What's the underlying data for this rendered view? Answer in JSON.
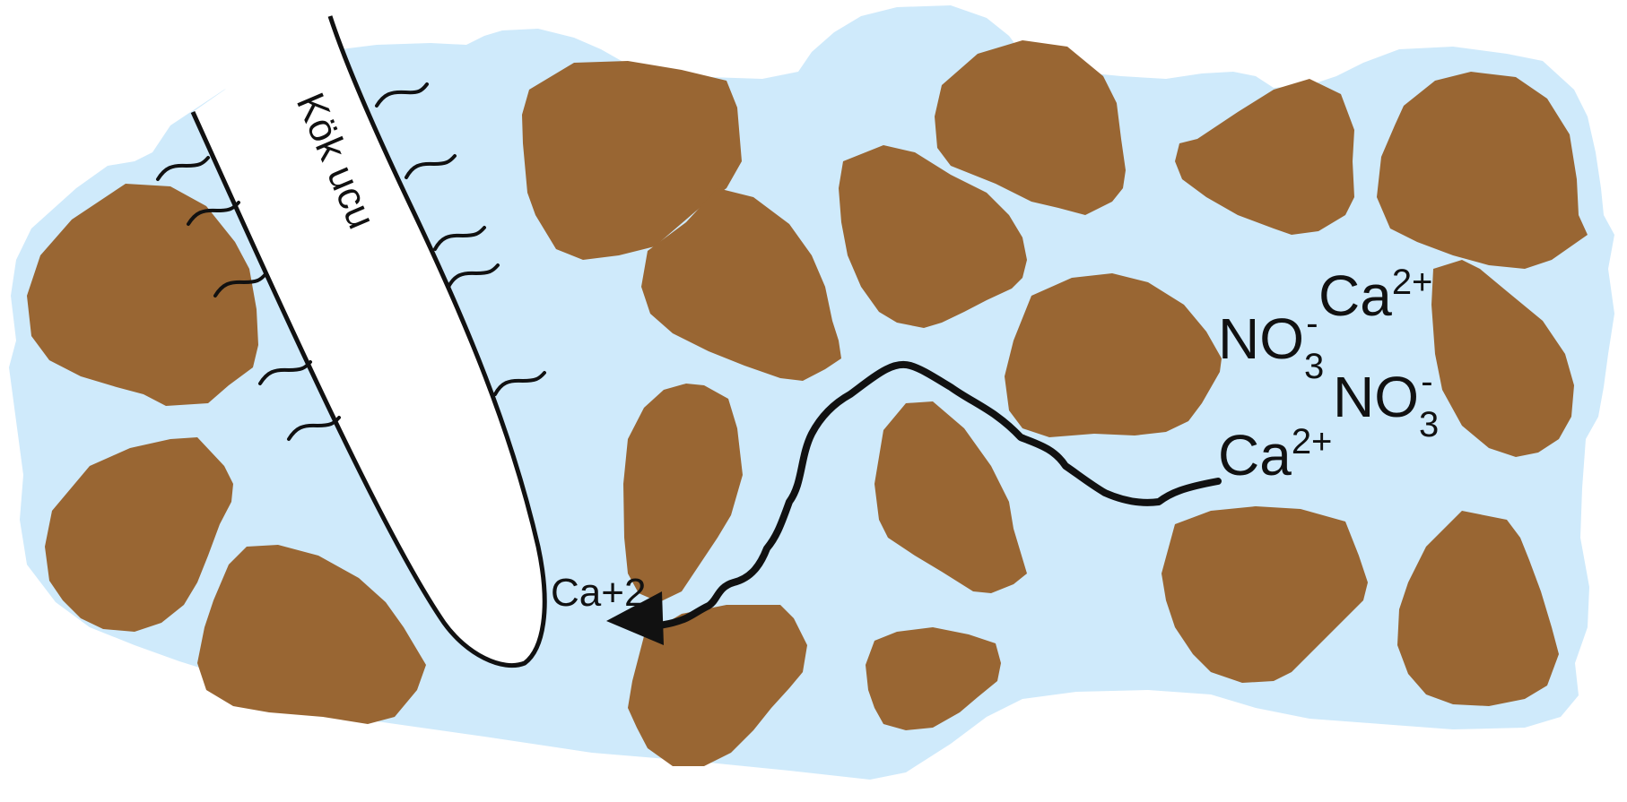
{
  "colors": {
    "soil_water": "#cfeafb",
    "soil_particle": "#996633",
    "root": "#ffffff",
    "stroke": "#111111",
    "background": "#ffffff"
  },
  "labels": {
    "root_tip": "Kök ucu",
    "ca_ion": "Ca",
    "ca_charge": "2+",
    "no3_ion": "NO",
    "no3_sub": "3",
    "no3_charge": "-",
    "absorbed_ca": "Ca+2"
  },
  "icons": {
    "root": "root-tip-shape",
    "hairs": "root-hair-curls",
    "particles": "soil-particle-blobs",
    "path": "ion-movement-arrow"
  }
}
